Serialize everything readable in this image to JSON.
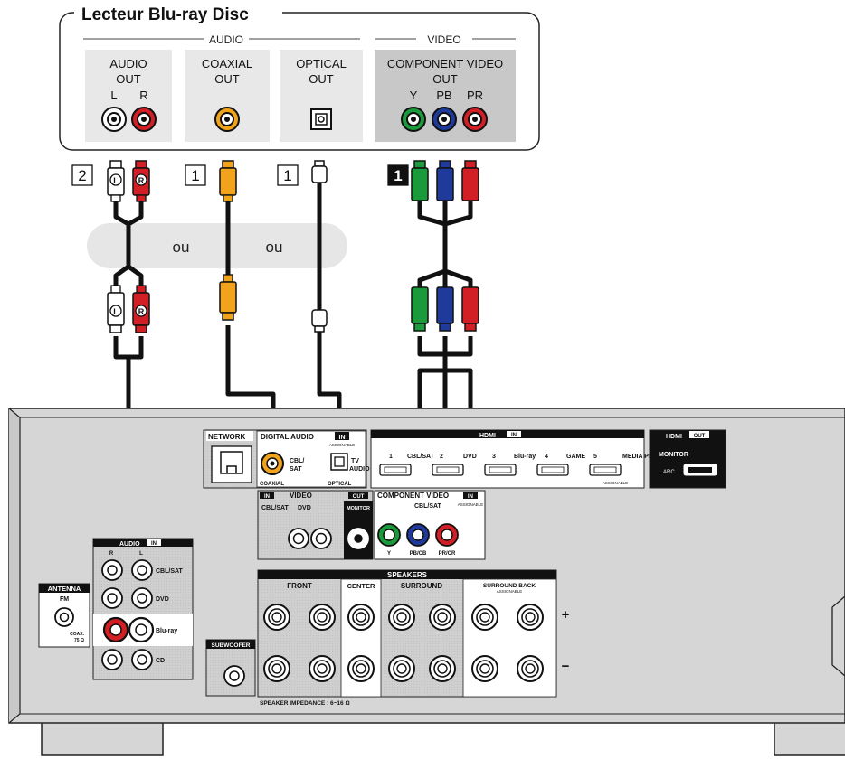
{
  "player": {
    "title": "Lecteur Blu-ray Disc",
    "audio_group": "AUDIO",
    "video_group": "VIDEO",
    "audio_out_line1": "AUDIO",
    "audio_out_line2": "OUT",
    "audio_l": "L",
    "audio_r": "R",
    "coaxial_line1": "COAXIAL",
    "coaxial_line2": "OUT",
    "optical_line1": "OPTICAL",
    "optical_line2": "OUT",
    "component_line1": "COMPONENT VIDEO",
    "component_line2": "OUT",
    "comp_y": "Y",
    "comp_pb": "PB",
    "comp_pr": "PR"
  },
  "markers": {
    "analog_audio": "2",
    "coaxial": "1",
    "optical": "1",
    "component": "1"
  },
  "choice": {
    "or1": "ou",
    "or2": "ou"
  },
  "plug_labels": {
    "left": "L",
    "right": "R"
  },
  "receiver": {
    "network": "NETWORK",
    "digital_audio": "DIGITAL AUDIO",
    "in_badge": "IN",
    "out_badge": "OUT",
    "assignable": "ASSIGNABLE",
    "coax_label": "COAXIAL",
    "optical_label": "OPTICAL",
    "cbl_sat_line1": "CBL/",
    "cbl_sat_line2": "SAT",
    "tv_line1": "TV",
    "tv_line2": "AUDIO",
    "hdmi": "HDMI",
    "hdmi_out": "HDMI",
    "hdmi_inputs": [
      "1",
      "CBL/SAT",
      "2",
      "DVD",
      "3",
      "Blu-ray",
      "4",
      "GAME",
      "5",
      "MEDIA PLAYER"
    ],
    "monitor": "MONITOR",
    "arc": "ARC",
    "video": "VIDEO",
    "video_cbl_sat": "CBL/SAT",
    "video_dvd": "DVD",
    "video_monitor": "MONITOR",
    "component_video": "COMPONENT VIDEO",
    "component_cbl_sat": "CBL/SAT",
    "comp_y": "Y",
    "comp_pb": "PB/CB",
    "comp_pr": "PR/CR",
    "audio": "AUDIO",
    "audio_r": "R",
    "audio_l": "L",
    "audio_inputs": [
      "CBL/SAT",
      "DVD",
      "Blu-ray",
      "CD"
    ],
    "antenna": "ANTENNA",
    "fm": "FM",
    "coax_75": "COAX.",
    "ohm_75": "75 Ω",
    "speakers": "SPEAKERS",
    "front": "FRONT",
    "center": "CENTER",
    "surround": "SURROUND",
    "surround_back": "SURROUND BACK",
    "subwoofer": "SUBWOOFER",
    "speaker_impedance": "SPEAKER IMPEDANCE : 6~16 Ω",
    "plus": "+",
    "minus": "−"
  },
  "colors": {
    "panel": "#d6d6d6",
    "player_box": "#e8e8e8",
    "rca_red": "#d21f26",
    "rca_white": "#ffffff",
    "coax_orange": "#f2a31c",
    "comp_green": "#1a9a3a",
    "comp_blue": "#1e3a9a",
    "choice_band": "#e6e6e6"
  }
}
